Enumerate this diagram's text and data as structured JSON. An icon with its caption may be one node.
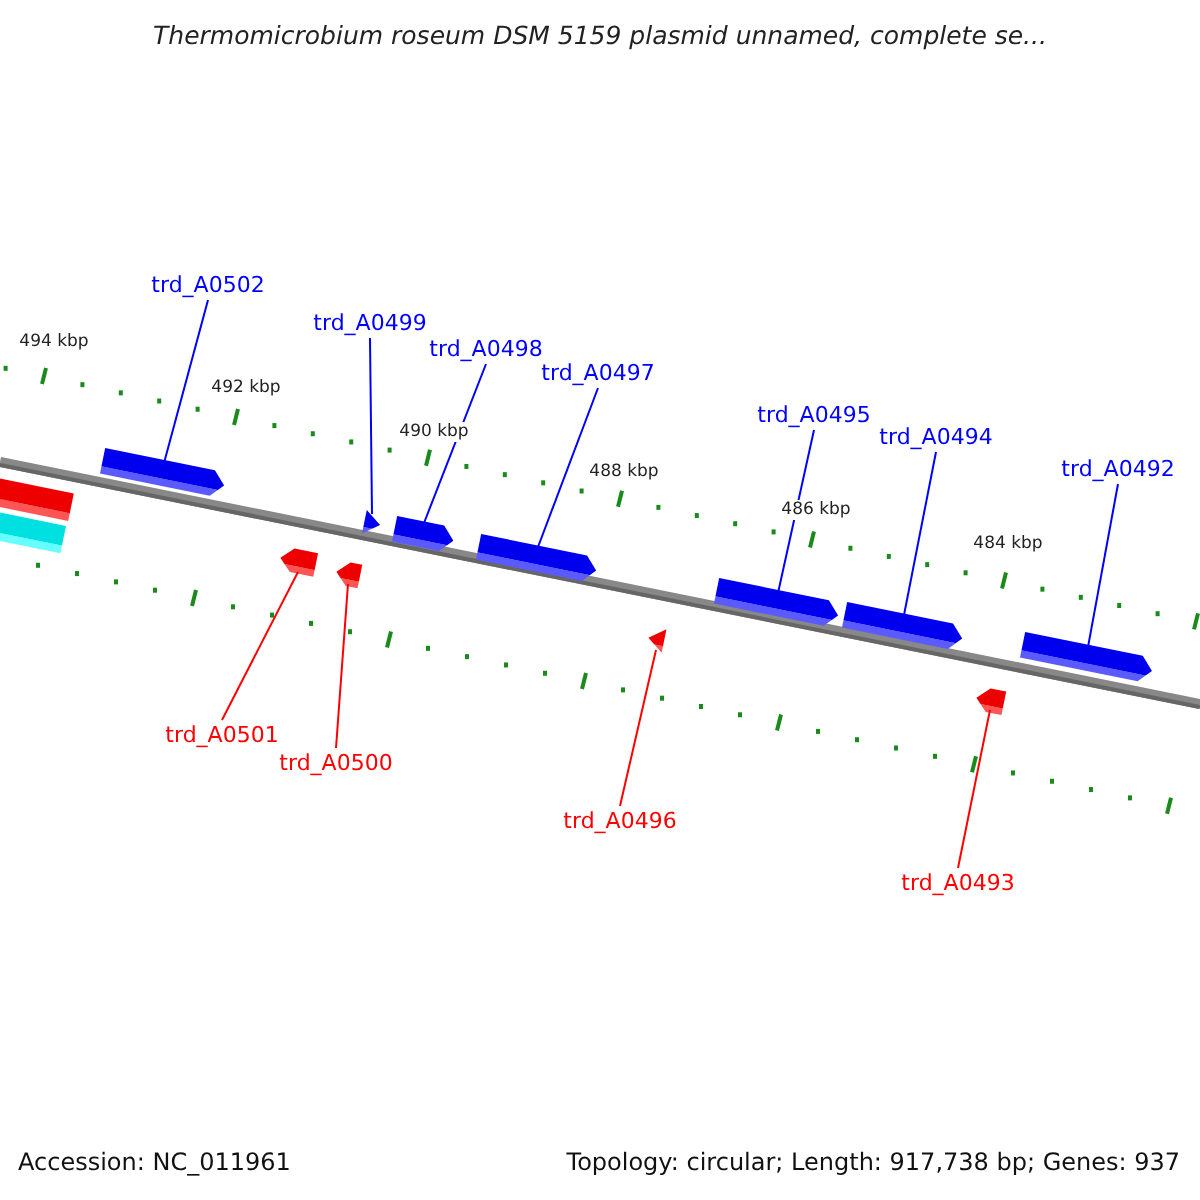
{
  "diagram": {
    "title": "Thermomicrobium roseum DSM 5159 plasmid unnamed, complete se...",
    "nodes": [
      {
        "text": [
          "trd_A0502"
        ]
      },
      {
        "text": [
          "trd_A0499"
        ]
      },
      {
        "text": [
          "trd_A0498"
        ]
      },
      {
        "text": [
          "trd_A0497"
        ]
      },
      {
        "text": [
          "trd_A0495"
        ]
      },
      {
        "text": [
          "trd_A0494"
        ]
      },
      {
        "text": [
          "trd_A0492"
        ]
      },
      {
        "text": [
          "trd_A0501"
        ]
      },
      {
        "text": [
          "trd_A0500"
        ]
      },
      {
        "text": [
          "trd_A0496"
        ]
      },
      {
        "text": [
          "trd_A0493"
        ]
      },
      {
        "text": [],
        "shape": "bar"
      },
      {
        "text": [],
        "shape": "bar"
      },
      {
        "text": [],
        "shape": "pentagon"
      },
      {
        "text": [],
        "shape": "pentagon"
      },
      {
        "text": [],
        "shape": "pentagon"
      },
      {
        "text": [],
        "shape": "pentagon"
      },
      {
        "text": [],
        "shape": "pentagon"
      },
      {
        "text": [],
        "shape": "pentagon"
      },
      {
        "text": [],
        "shape": "pentagon"
      },
      {
        "text": [],
        "shape": "pentagon"
      },
      {
        "text": [],
        "shape": "pentagon"
      },
      {
        "text": [],
        "shape": "pentagon"
      },
      {
        "text": [],
        "shape": "pentagon"
      }
    ],
    "edges": [
      {
        "from": 0,
        "to": 13,
        "arrow": "none"
      },
      {
        "from": 1,
        "to": 16,
        "arrow": "none"
      },
      {
        "from": 2,
        "to": 17,
        "arrow": "none"
      },
      {
        "from": 3,
        "to": 18,
        "arrow": "none"
      },
      {
        "from": 4,
        "to": 20,
        "arrow": "none"
      },
      {
        "from": 5,
        "to": 21,
        "arrow": "none"
      },
      {
        "from": 6,
        "to": 23,
        "arrow": "none"
      },
      {
        "from": 7,
        "to": 14,
        "arrow": "none",
        "color": "#ff0000"
      },
      {
        "from": 8,
        "to": 15,
        "arrow": "none",
        "color": "#ff0000"
      },
      {
        "from": 9,
        "to": 19,
        "arrow": "none",
        "color": "#ff0000"
      },
      {
        "from": 10,
        "to": 22,
        "arrow": "none",
        "color": "#ff0000"
      }
    ],
    "labels": [
      "494 kbp",
      "492 kbp",
      "490 kbp",
      "488 kbp",
      "486 kbp",
      "484 kbp",
      "Accession: NC_011961",
      "Topology: circular; Length: 917,738 bp; Genes: 937"
    ]
  }
}
